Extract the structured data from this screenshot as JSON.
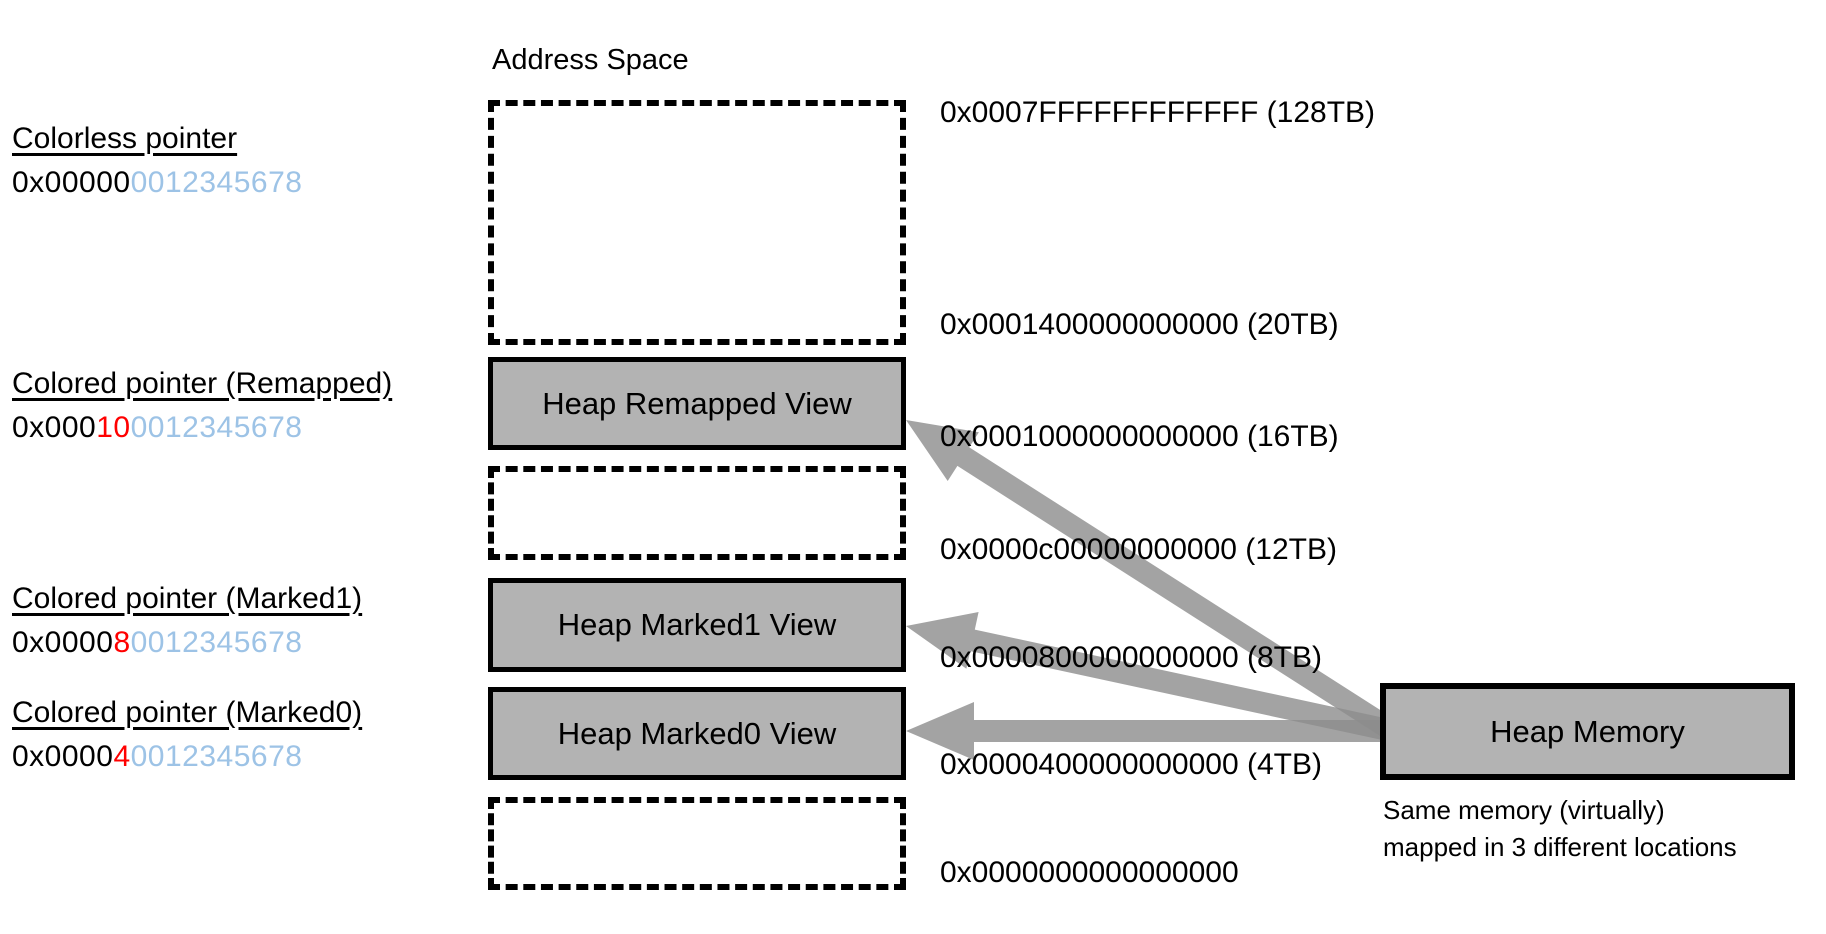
{
  "diagram": {
    "title": "Address Space",
    "pointers": [
      {
        "label": "Colorless pointer",
        "prefix": "0x00000",
        "color_bits": "",
        "suffix": "0012345678"
      },
      {
        "label": "Colored pointer (Remapped)",
        "prefix": "0x000",
        "color_bits": "10",
        "suffix": "0012345678"
      },
      {
        "label": "Colored pointer (Marked1)",
        "prefix": "0x0000",
        "color_bits": "8",
        "suffix": "0012345678"
      },
      {
        "label": "Colored pointer (Marked0)",
        "prefix": "0x0000",
        "color_bits": "4",
        "suffix": "0012345678"
      }
    ],
    "views": [
      {
        "label": "Heap Remapped View"
      },
      {
        "label": "Heap Marked1 View"
      },
      {
        "label": "Heap Marked0 View"
      }
    ],
    "addresses": [
      {
        "label": "0x0007FFFFFFFFFFFF (128TB)"
      },
      {
        "label": "0x0001400000000000 (20TB)"
      },
      {
        "label": "0x0001000000000000 (16TB)"
      },
      {
        "label": "0x0000c00000000000 (12TB)"
      },
      {
        "label": "0x0000800000000000 (8TB)"
      },
      {
        "label": "0x0000400000000000 (4TB)"
      },
      {
        "label": "0x0000000000000000"
      }
    ],
    "heap_memory": {
      "label": "Heap Memory",
      "caption_line1": "Same memory (virtually)",
      "caption_line2": "mapped in 3 different locations"
    },
    "colors": {
      "pointer_address_bits": "#9DC3E6",
      "pointer_color_bits": "#FF0000",
      "box_fill": "#B3B3B3",
      "arrow_gray": "#8C8C8C"
    }
  }
}
